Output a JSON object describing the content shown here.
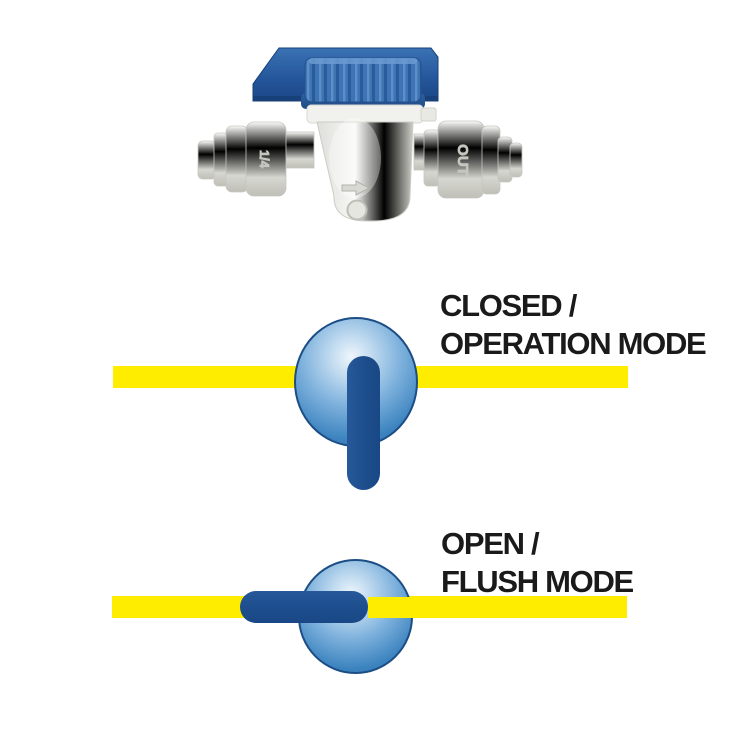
{
  "photo": {
    "markings": {
      "left_fitting": "1/4",
      "right_fitting": "OUT"
    }
  },
  "diagrams": {
    "closed": {
      "line1": "CLOSED /",
      "line2": "OPERATION MODE",
      "handle_orientation": "vertical"
    },
    "open": {
      "line1": "OPEN /",
      "line2": "FLUSH MODE",
      "handle_orientation": "horizontal"
    }
  },
  "colors": {
    "background": "#ffffff",
    "tube_yellow": "#ffed00",
    "handle_navy": "#1d4d8c",
    "ball_blue": "#2a72b0",
    "ball_outline": "#1c4e85",
    "photo_handle_blue": "#2a5fa8",
    "photo_collar_blue": "#3b70af",
    "photo_body_white": "#f1f1ed",
    "text_black": "#1a1a1a"
  }
}
